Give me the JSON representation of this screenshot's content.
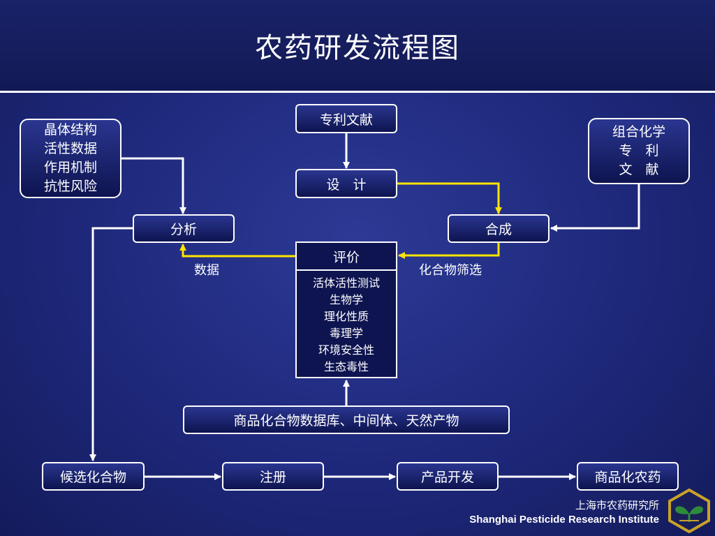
{
  "title": "农药研发流程图",
  "nodes": {
    "patent_literature": "专利文献",
    "design": "设　计",
    "analysis": "分析",
    "synthesis": "合成",
    "candidate": "候选化合物",
    "registration": "注册",
    "product_dev": "产品开发",
    "commercial_pesticide": "商品化农药",
    "database": "商品化合物数据库、中间体、天然产物",
    "left_info": [
      "晶体结构",
      "活性数据",
      "作用机制",
      "抗性风险"
    ],
    "right_info": [
      "组合化学",
      "专　利",
      "文　献"
    ]
  },
  "evaluation": {
    "title": "评价",
    "items": [
      "活体活性测试",
      "生物学",
      "理化性质",
      "毒理学",
      "环境安全性",
      "生态毒性"
    ]
  },
  "labels": {
    "data": "数据",
    "screening": "化合物筛选"
  },
  "footer": {
    "cn": "上海市农药研究所",
    "en": "Shanghai Pesticide Research Institute"
  },
  "colors": {
    "background": "#1e287a",
    "arrow_white": "#ffffff",
    "arrow_yellow": "#ffe500",
    "logo_gold": "#c9a227",
    "logo_green": "#2e8b3a"
  }
}
